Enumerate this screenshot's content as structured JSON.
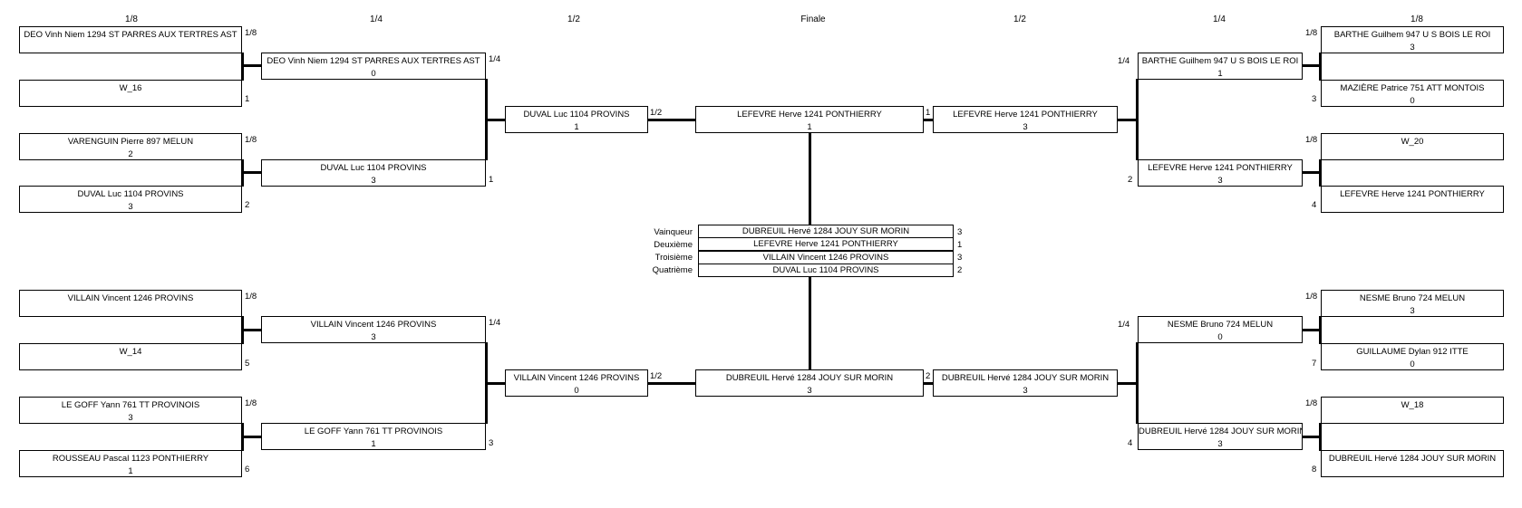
{
  "round_labels": {
    "r8_left": "1/8",
    "r4_left": "1/4",
    "r2_left": "1/2",
    "final": "Finale",
    "r2_right": "1/2",
    "r4_right": "1/4",
    "r8_right": "1/8"
  },
  "left_top": {
    "r8": [
      {
        "name": "DEO Vinh Niem 1294 ST PARRES AUX TERTRES AST",
        "score": "",
        "tag": "1/8"
      },
      {
        "name": "W_16",
        "score": "",
        "tag": "1"
      },
      {
        "name": "VARENGUIN Pierre 897 MELUN",
        "score": "2",
        "tag": "1/8"
      },
      {
        "name": "DUVAL Luc 1104 PROVINS",
        "score": "3",
        "tag": "2"
      }
    ],
    "r4": [
      {
        "name": "DEO Vinh Niem 1294 ST PARRES AUX TERTRES AST",
        "score": "0",
        "tag": "1/4"
      },
      {
        "name": "DUVAL Luc 1104 PROVINS",
        "score": "3",
        "tag": "1"
      }
    ],
    "r2": {
      "name": "DUVAL Luc 1104 PROVINS",
      "score": "1",
      "tag": "1/2"
    }
  },
  "left_bottom": {
    "r8": [
      {
        "name": "VILLAIN Vincent 1246 PROVINS",
        "score": "",
        "tag": "1/8"
      },
      {
        "name": "W_14",
        "score": "",
        "tag": "5"
      },
      {
        "name": "LE GOFF Yann 761 TT PROVINOIS",
        "score": "3",
        "tag": "1/8"
      },
      {
        "name": "ROUSSEAU Pascal 1123 PONTHIERRY",
        "score": "1",
        "tag": "6"
      }
    ],
    "r4": [
      {
        "name": "VILLAIN Vincent 1246 PROVINS",
        "score": "3",
        "tag": "1/4"
      },
      {
        "name": "LE GOFF Yann 761 TT PROVINOIS",
        "score": "1",
        "tag": "3"
      }
    ],
    "r2": {
      "name": "VILLAIN Vincent 1246 PROVINS",
      "score": "0",
      "tag": "1/2"
    }
  },
  "final": {
    "top": {
      "name": "LEFEVRE Herve 1241 PONTHIERRY",
      "score": "1",
      "tag": "1"
    },
    "bottom": {
      "name": "DUBREUIL Hervé 1284 JOUY SUR MORIN",
      "score": "3",
      "tag": "2"
    }
  },
  "ranking": [
    {
      "label": "Vainqueur",
      "name": "DUBREUIL Hervé 1284 JOUY SUR MORIN",
      "score": "3"
    },
    {
      "label": "Deuxième",
      "name": "LEFEVRE Herve 1241 PONTHIERRY",
      "score": "1"
    },
    {
      "label": "Troisième",
      "name": "VILLAIN Vincent 1246 PROVINS",
      "score": "3"
    },
    {
      "label": "Quatrième",
      "name": "DUVAL Luc 1104 PROVINS",
      "score": "2"
    }
  ],
  "right_top": {
    "r2": {
      "name": "LEFEVRE Herve 1241 PONTHIERRY",
      "score": "3"
    },
    "r4": [
      {
        "name": "BARTHE Guilhem 947 U S BOIS LE ROI",
        "score": "1",
        "tag": "1/4"
      },
      {
        "name": "LEFEVRE Herve 1241 PONTHIERRY",
        "score": "3",
        "tag": "2"
      }
    ],
    "r8": [
      {
        "name": "BARTHE Guilhem 947 U S BOIS LE ROI",
        "score": "3",
        "tag": "1/8"
      },
      {
        "name": "MAZIÈRE Patrice 751 ATT MONTOIS",
        "score": "0",
        "tag": "3"
      },
      {
        "name": "W_20",
        "score": "",
        "tag": "1/8"
      },
      {
        "name": "LEFEVRE Herve 1241 PONTHIERRY",
        "score": "",
        "tag": "4"
      }
    ]
  },
  "right_bottom": {
    "r2": {
      "name": "DUBREUIL Hervé 1284 JOUY SUR MORIN",
      "score": "3"
    },
    "r4": [
      {
        "name": "NESME Bruno 724 MELUN",
        "score": "0",
        "tag": "1/4"
      },
      {
        "name": "DUBREUIL Hervé 1284 JOUY SUR MORIN",
        "score": "3",
        "tag": "4"
      }
    ],
    "r8": [
      {
        "name": "NESME Bruno 724 MELUN",
        "score": "3",
        "tag": "1/8"
      },
      {
        "name": "GUILLAUME Dylan 912 ITTE",
        "score": "0",
        "tag": "7"
      },
      {
        "name": "W_18",
        "score": "",
        "tag": "1/8"
      },
      {
        "name": "DUBREUIL Hervé 1284 JOUY SUR MORIN",
        "score": "",
        "tag": "8"
      }
    ]
  }
}
